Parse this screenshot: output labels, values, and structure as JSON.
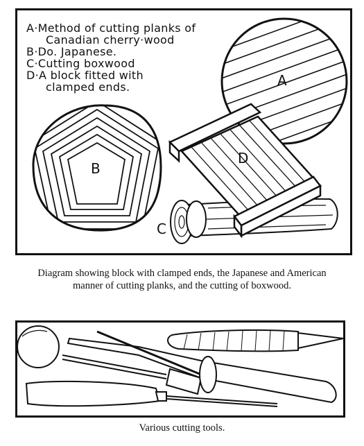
{
  "figure1": {
    "legend": [
      "A·Method of cutting planks of",
      "Canadian cherry·wood",
      "B·Do. Japanese.",
      "C·Cutting boxwood",
      "D·A block fitted with",
      "clamped ends."
    ],
    "labels": {
      "a": "A",
      "b": "B",
      "c": "C",
      "d": "D"
    },
    "caption": "Diagram showing block with clamped ends, the Japanese and American manner of cutting planks, and the cutting of boxwood."
  },
  "figure2": {
    "caption": "Various cutting tools."
  }
}
